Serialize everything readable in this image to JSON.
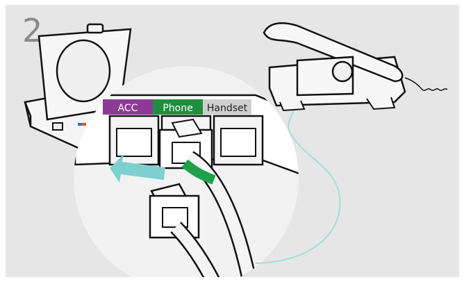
{
  "step_number": "2",
  "ports": {
    "acc": "ACC",
    "phone": "Phone",
    "handset": "Handset"
  },
  "colors": {
    "background_panel": "#e6e6e6",
    "acc_label": "#8d3a96",
    "phone_label": "#1f8f3f",
    "handset_label": "#cfcfcf",
    "arrow": "#7fd0d0",
    "cable_cyan": "#9fdede",
    "cable_green": "#1fa04a",
    "warning_triangle": "#f4d000"
  },
  "icons": [
    "base-station-icon",
    "desk-phone-icon",
    "rj-connector-icon",
    "insert-arrow-icon",
    "warning-triangle-icon"
  ]
}
